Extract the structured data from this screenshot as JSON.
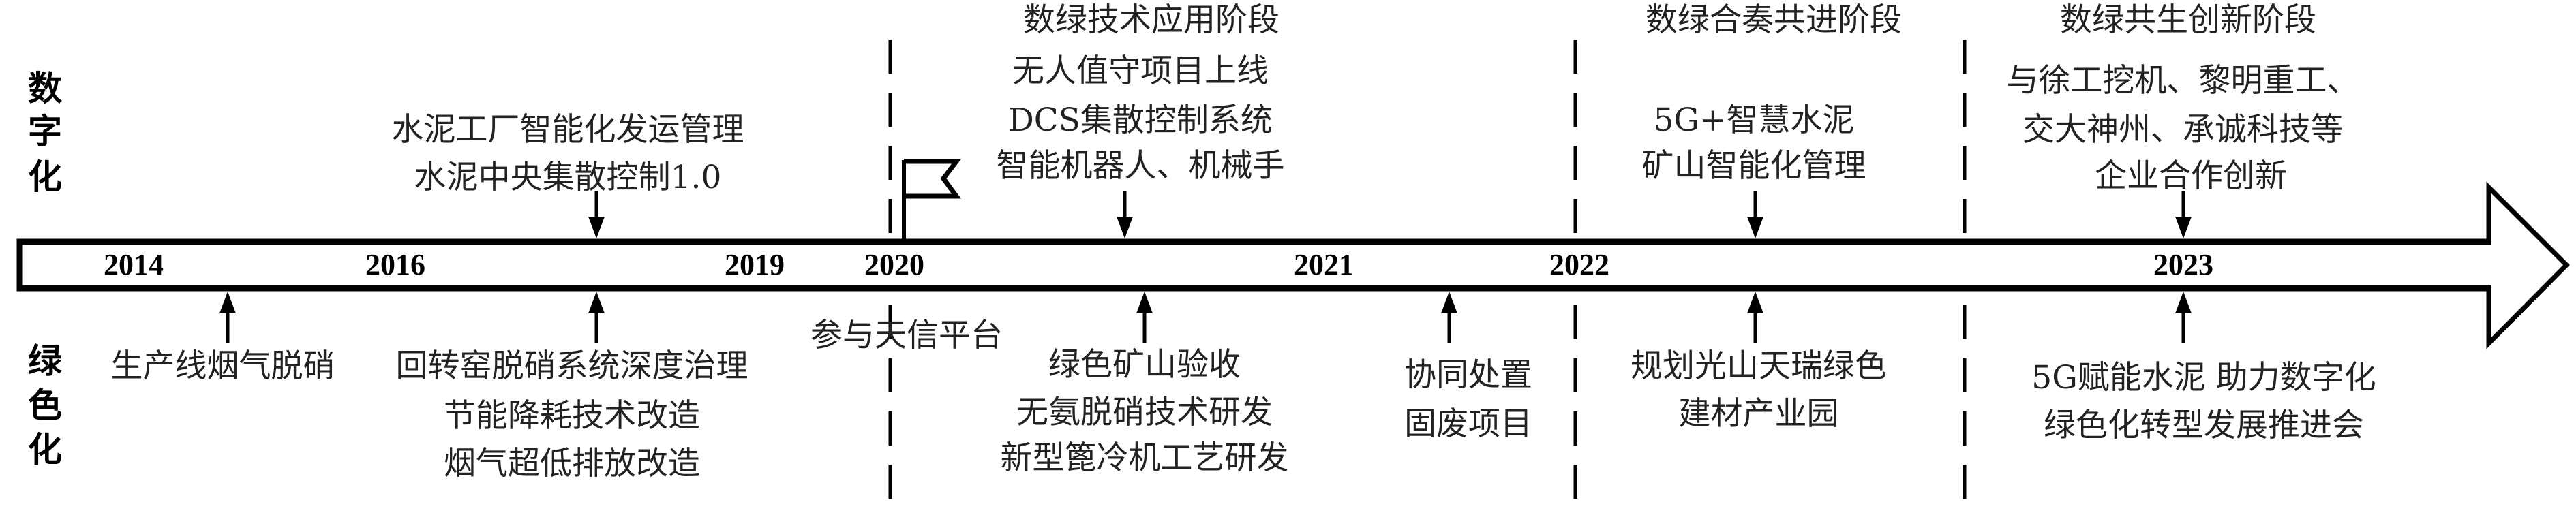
{
  "side_labels": {
    "digital": [
      "数",
      "字",
      "化"
    ],
    "green": [
      "绿",
      "色",
      "化"
    ]
  },
  "stages": [
    "数绿技术应用阶段",
    "数绿合奏共进阶段",
    "数绿共生创新阶段"
  ],
  "years": [
    "2014",
    "2016",
    "2019",
    "2020",
    "2021",
    "2022",
    "2023"
  ],
  "digital_events": [
    {
      "lines": [
        "水泥工厂智能化发运管理",
        "水泥中央集散控制1.0"
      ]
    },
    {
      "lines": [
        "无人值守项目上线",
        "DCS集散控制系统",
        "智能机器人、机械手"
      ]
    },
    {
      "lines": [
        "5G+智慧水泥",
        "矿山智能化管理"
      ]
    },
    {
      "lines": [
        "与徐工挖机、黎明重工、",
        "交大神州、承诚科技等",
        "企业合作创新"
      ]
    }
  ],
  "green_events": [
    {
      "lines": [
        "生产线烟气脱硝"
      ]
    },
    {
      "lines": [
        "回转窑脱硝系统深度治理",
        "节能降耗技术改造",
        "烟气超低排放改造"
      ]
    },
    {
      "lines": [
        "参与天信平台"
      ]
    },
    {
      "lines": [
        "绿色矿山验收",
        "无氨脱硝技术研发",
        "新型篦冷机工艺研发"
      ]
    },
    {
      "lines": [
        "协同处置",
        "固废项目"
      ]
    },
    {
      "lines": [
        "规划光山天瑞绿色",
        "建材产业园"
      ]
    },
    {
      "lines": [
        "5G赋能水泥 助力数字化",
        "绿色化转型发展推进会"
      ]
    }
  ]
}
